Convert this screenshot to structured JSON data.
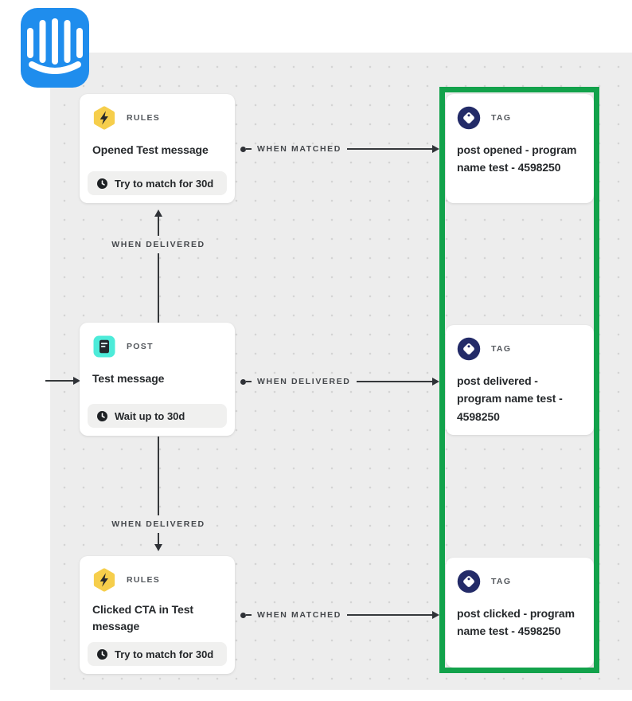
{
  "brand": {
    "name": "Intercom",
    "logo_color": "#1F8DED"
  },
  "nodes": {
    "rules_opened": {
      "type_label": "RULES",
      "title": "Opened Test message",
      "footer": "Try to match for 30d"
    },
    "tag_opened": {
      "type_label": "TAG",
      "title": "post opened - program name test - 4598250"
    },
    "post": {
      "type_label": "POST",
      "title": "Test message",
      "footer": "Wait up to 30d"
    },
    "tag_delivered": {
      "type_label": "TAG",
      "title": "post delivered - program name test - 4598250"
    },
    "rules_clicked": {
      "type_label": "RULES",
      "title": "Clicked CTA in Test message",
      "footer": "Try to match for 30d"
    },
    "tag_clicked": {
      "type_label": "TAG",
      "title": "post clicked - program name test - 4598250"
    }
  },
  "connectors": {
    "matched_top": {
      "label": "WHEN MATCHED"
    },
    "delivered_up": {
      "label": "WHEN DELIVERED"
    },
    "delivered_mid": {
      "label": "WHEN DELIVERED"
    },
    "delivered_down": {
      "label": "WHEN DELIVERED"
    },
    "matched_bottom": {
      "label": "WHEN MATCHED"
    }
  },
  "icons": {
    "rules": "lightning-hexagon-icon",
    "post": "post-note-icon",
    "tag": "tag-icon",
    "clock": "clock-icon",
    "logo": "intercom-smile-icon"
  },
  "colors": {
    "canvas_bg": "#EDEDED",
    "canvas_dot": "#D4D4D4",
    "highlight_green": "#12A24B",
    "rules_icon_yellow": "#F6CE4B",
    "post_icon_teal": "#4DEBD9",
    "tag_icon_navy": "#232B68",
    "arrow_dark": "#2F3237",
    "logo_blue": "#1F8DED"
  }
}
